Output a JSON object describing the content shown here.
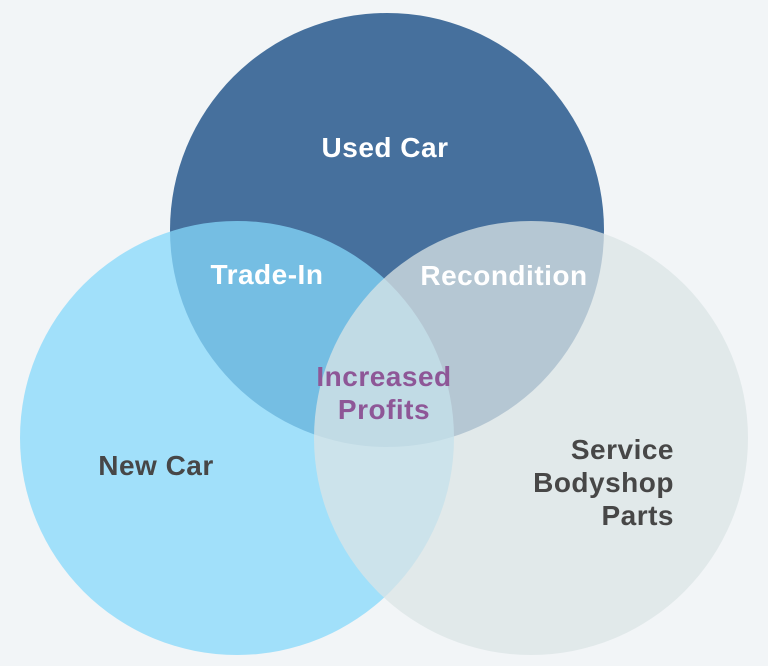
{
  "background_color": "#f2f5f7",
  "diagram": {
    "type": "venn",
    "sets": [
      {
        "name": "used-car",
        "label": "Used Car",
        "fill": "#46709d",
        "label_color": "#ffffff",
        "position": "top"
      },
      {
        "name": "new-car",
        "label": "New Car",
        "fill": "#a0dffa",
        "label_color": "#474747",
        "position": "bottom-left"
      },
      {
        "name": "service-bodyshop-parts",
        "label_lines": [
          "Service",
          "Bodyshop",
          "Parts"
        ],
        "fill": "#e0e8ea",
        "label_color": "#474747",
        "position": "bottom-right"
      }
    ],
    "overlaps": [
      {
        "name": "used-car-and-new-car",
        "label": "Trade-In",
        "fill": "#74bde4",
        "label_color": "#ffffff"
      },
      {
        "name": "used-car-and-service",
        "label": "Recondition",
        "fill": "#b5c6d4",
        "label_color": "#ffffff"
      },
      {
        "name": "new-car-and-service",
        "label": "",
        "fill": "#cce3eb",
        "label_color": ""
      },
      {
        "name": "center-all-three",
        "label_lines": [
          "Increased",
          "Profits"
        ],
        "fill": "#c1dae5",
        "label_color": "#8e5797"
      }
    ]
  }
}
